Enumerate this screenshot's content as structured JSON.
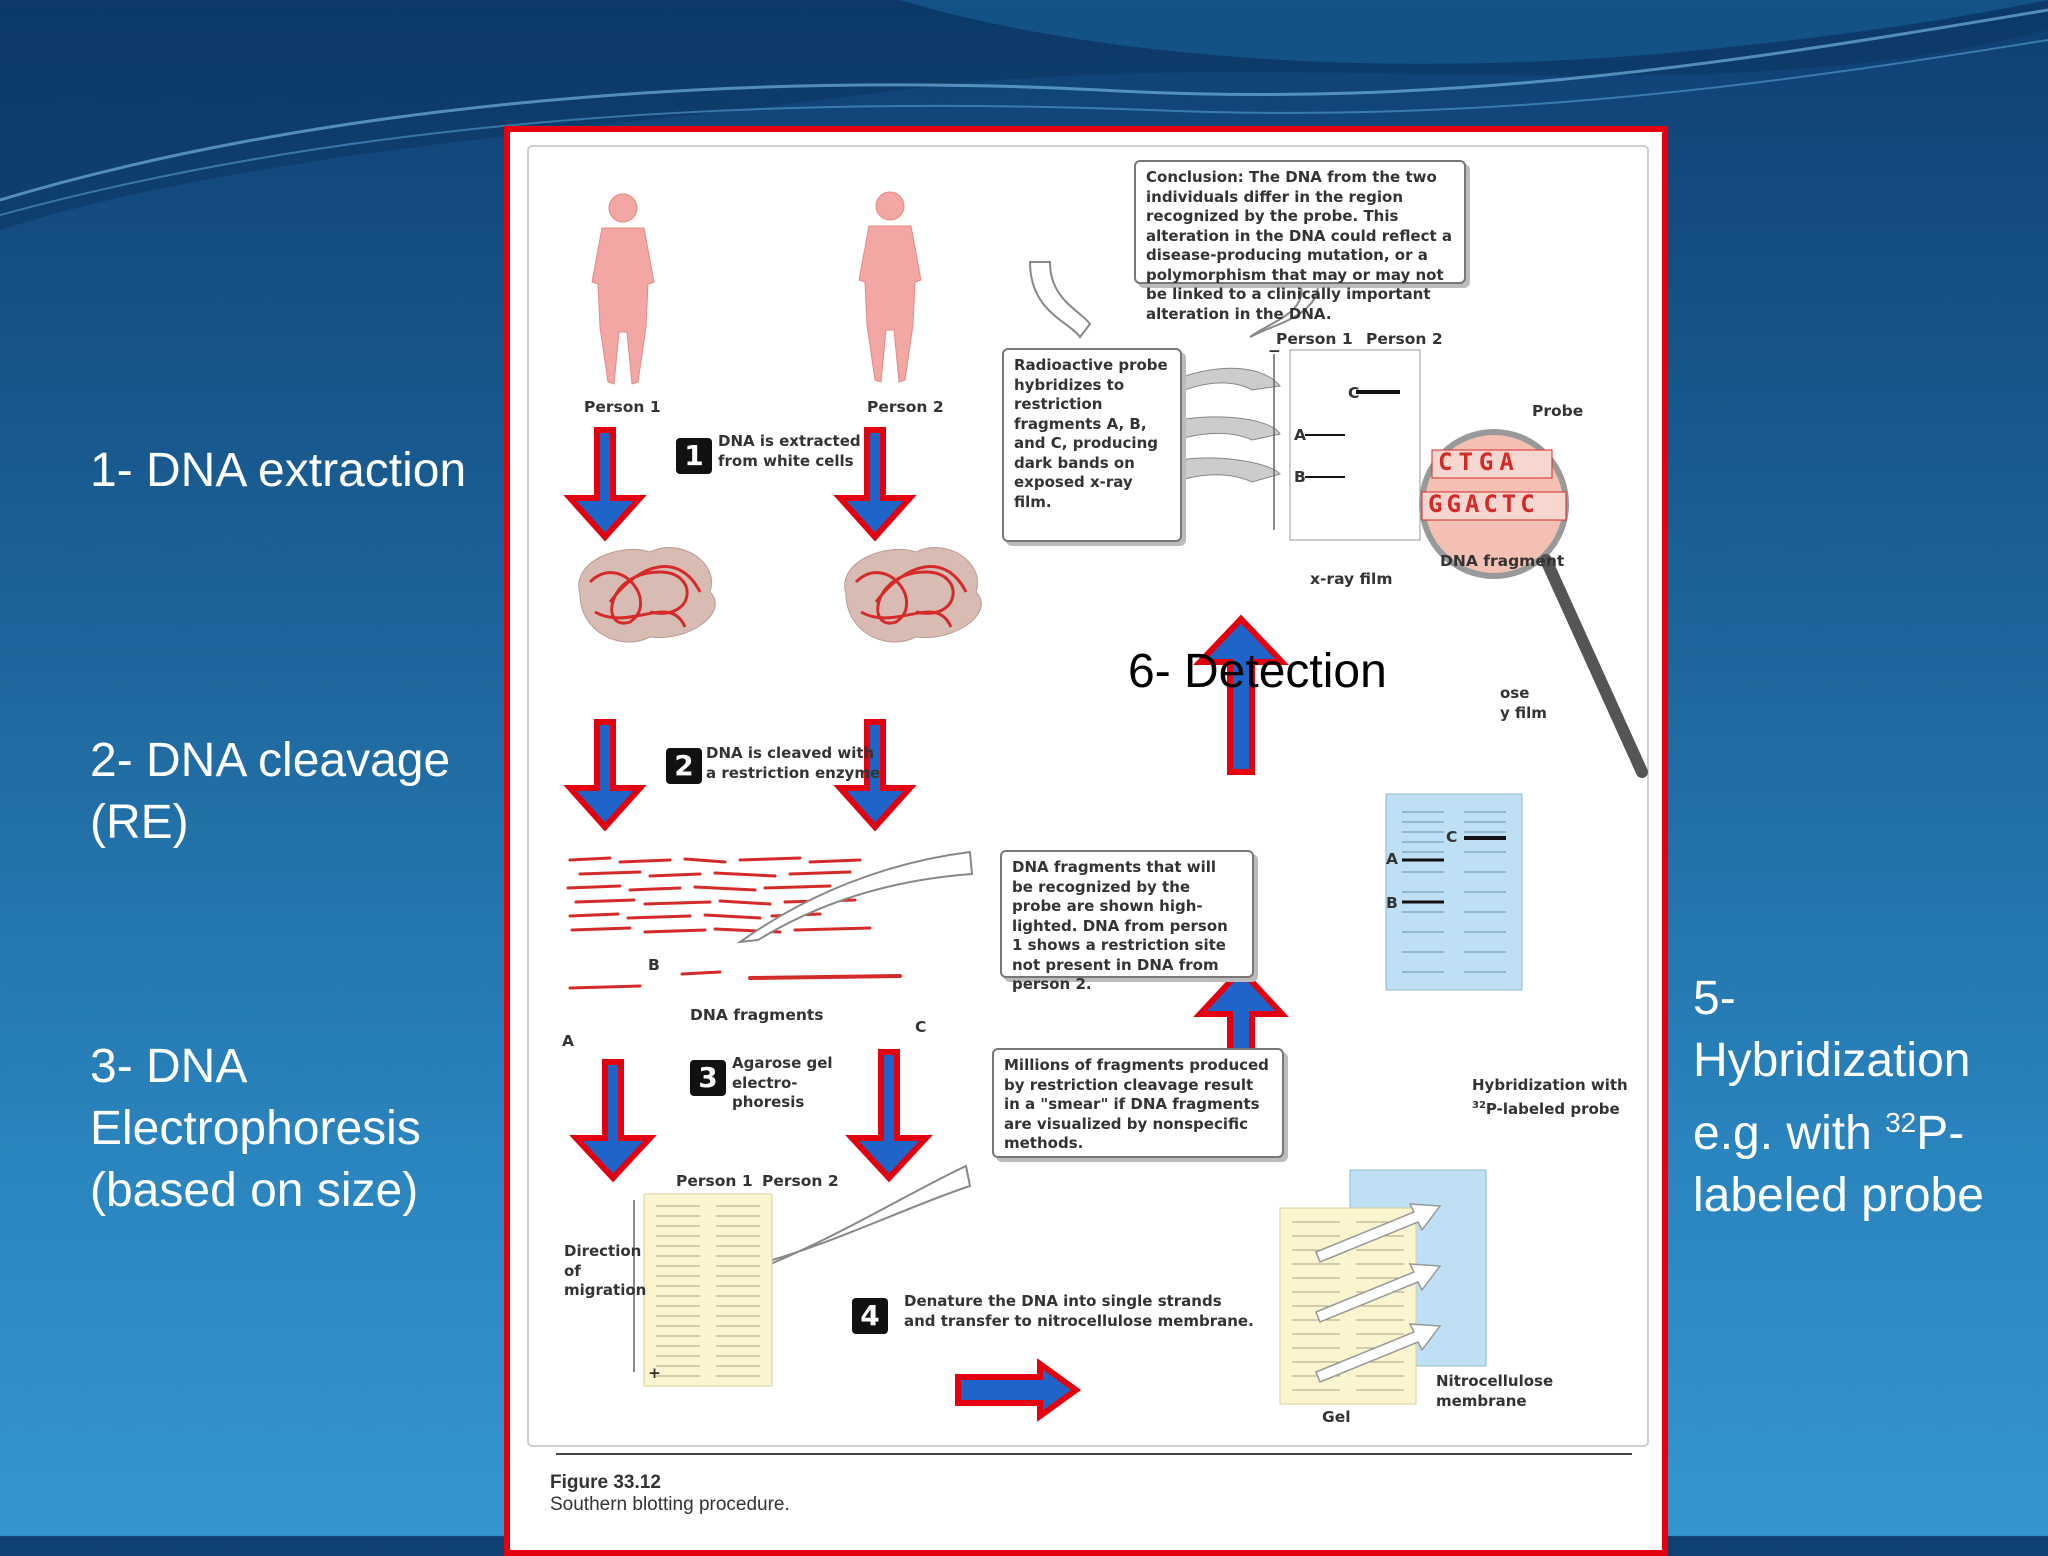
{
  "side_labels": {
    "step1": "1- DNA extraction",
    "step2_line1": "2- DNA cleavage",
    "step2_line2": "(RE)",
    "step3_line1": "3- DNA",
    "step3_line2": "Electrophoresis",
    "step3_line3": "(based on size)",
    "step5_line1": "5-",
    "step5_line2": "Hybridization",
    "step5_line3_pre": "e.g. with ",
    "step5_line3_sup": "32",
    "step5_line3_post": "P-",
    "step5_line4": "labeled probe",
    "step6": "6- Detection"
  },
  "figure": {
    "person1": "Person 1",
    "person2": "Person 2",
    "step1_num": "1",
    "step1_text_l1": "DNA is extracted",
    "step1_text_l2": "from white cells",
    "step2_num": "2",
    "step2_text_l1": "DNA is cleaved with",
    "step2_text_l2": "a restriction enzyme",
    "step3_num": "3",
    "step3_text_l1": "Agarose gel",
    "step3_text_l2": "electro-",
    "step3_text_l3": "phoresis",
    "step4_num": "4",
    "step4_text_l1": "Denature the DNA into single strands",
    "step4_text_l2": "and transfer to nitrocellulose membrane.",
    "fragments_label": "DNA fragments",
    "frag_a": "A",
    "frag_b": "B",
    "frag_c": "C",
    "callout_fragments": "DNA fragments that will be recognized by the probe are shown high-lighted. DNA from person 1 shows a restriction site not present in DNA from person 2.",
    "callout_smear": "Millions of fragments produced by restriction cleavage result in a \"smear\" if DNA fragments are visualized by nonspecific methods.",
    "callout_conclusion": "Conclusion: The DNA from the two individuals differ in the region recognized by the probe. This alteration in the DNA could reflect a disease-producing mutation, or a polymorphism that may or may not be linked to a clinically important alteration in the DNA.",
    "callout_probe": "Radioactive probe hybridizes to restriction fragments A, B, and C, producing dark bands on exposed x-ray film.",
    "direction_l1": "Direction",
    "direction_l2": "of",
    "direction_l3": "migration",
    "gel_label": "Gel",
    "membrane_l1": "Nitrocellulose",
    "membrane_l2": "membrane",
    "hyb_l1": "Hybridization with",
    "hyb_sup": "32",
    "hyb_l2": "P-labeled probe",
    "xray_label": "x-ray film",
    "probe_label": "Probe",
    "dna_fragment_label": "DNA fragment",
    "probe_seq": "CTGA",
    "dna_seq": "GGACTC",
    "partial_l1": "ose",
    "partial_l2": "y film",
    "plus_sign": "+",
    "minus_sign": "−",
    "caption_title": "Figure 33.12",
    "caption_text": "Southern blotting procedure."
  },
  "colors": {
    "arrow_fill": "#1f64c8",
    "arrow_border": "#e3000f",
    "frame_border": "#e3000f",
    "dna_red": "#d42a2a",
    "body_pink": "#f2a7a4",
    "gel_yellow": "#fbf5cf",
    "membrane_blue": "#bfe0f4"
  }
}
